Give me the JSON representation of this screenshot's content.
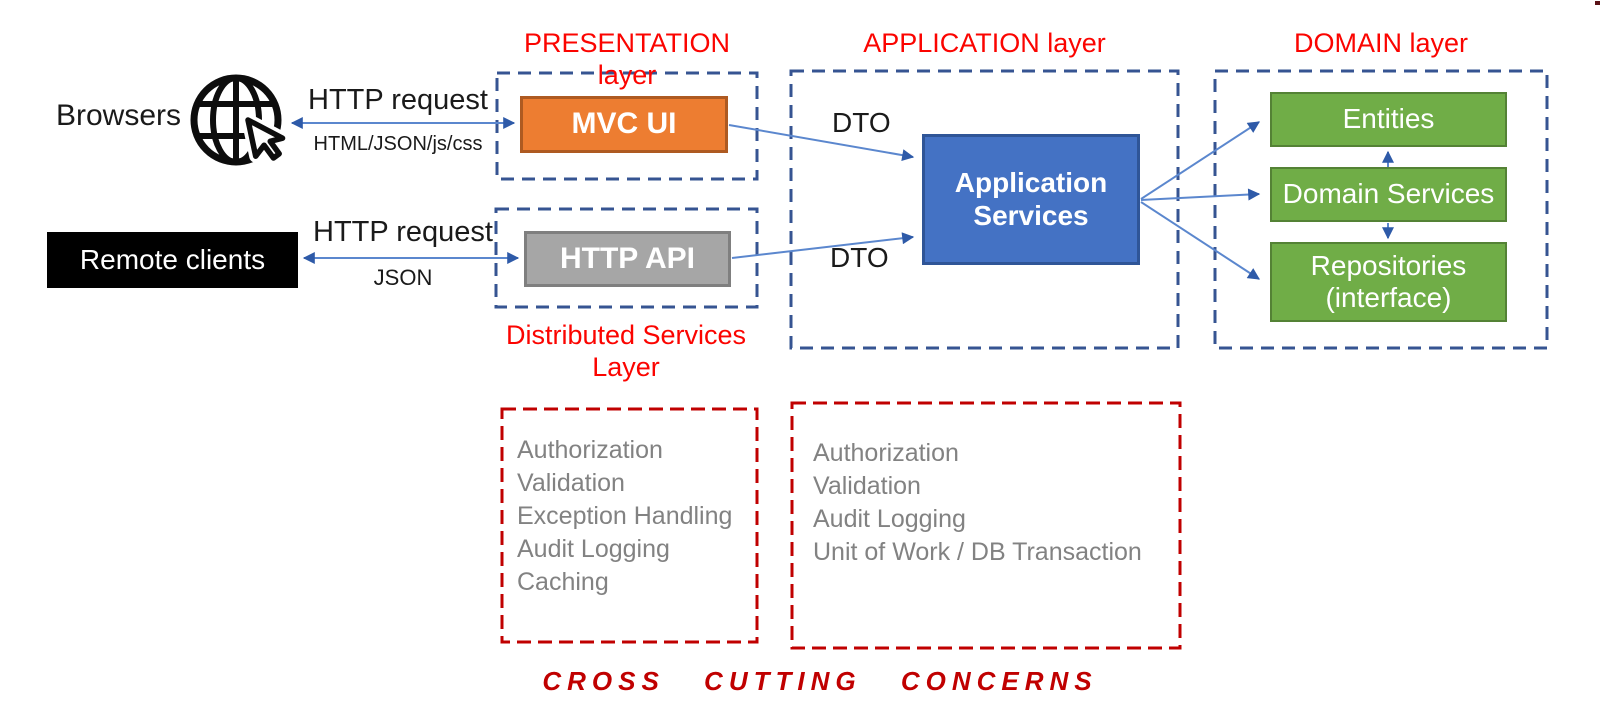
{
  "clients": {
    "browsers": "Browsers",
    "remote": "Remote clients"
  },
  "links": {
    "browser_top": "HTTP request",
    "browser_bottom": "HTML/JSON/js/css",
    "remote_top": "HTTP request",
    "remote_bottom": "JSON",
    "dto_top": "DTO",
    "dto_bottom": "DTO"
  },
  "layers": {
    "presentation": {
      "title": "PRESENTATION layer",
      "box": "MVC UI"
    },
    "distributed": {
      "title": "Distributed Services Layer",
      "box": "HTTP API"
    },
    "application": {
      "title": "APPLICATION layer",
      "box": "Application Services"
    },
    "domain": {
      "title": "DOMAIN layer",
      "boxes": [
        "Entities",
        "Domain Services",
        "Repositories (interface)"
      ]
    }
  },
  "cross_cutting": {
    "left": [
      "Authorization",
      "Validation",
      "Exception Handling",
      "Audit Logging",
      "Caching"
    ],
    "right": [
      "Authorization",
      "Validation",
      "Audit Logging",
      "Unit of Work / DB Transaction"
    ],
    "footer": "CROSS CUTTING CONCERNS"
  },
  "icons": {
    "globe": "globe-with-cursor-icon"
  },
  "colors": {
    "layer_title_red": "#fb0400",
    "red_dash": "#c00000",
    "blue_dash": "#365492",
    "orange_fill": "#ed7d31",
    "orange_border": "#ae5a21",
    "gray_fill": "#a6a6a6",
    "gray_border": "#7f7f7f",
    "blue_fill": "#4472c4",
    "blue_border": "#2f5597",
    "green_fill": "#70ad47",
    "green_border": "#548235",
    "arrow_line": "#5b87ce",
    "arrow_head": "#2e5aa8",
    "list_gray": "#828282"
  }
}
